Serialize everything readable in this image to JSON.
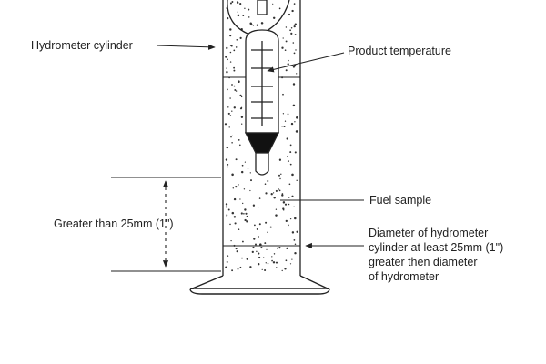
{
  "labels": {
    "hydrometer_cylinder": "Hydrometer cylinder",
    "product_temperature": "Product temperature",
    "fuel_sample": "Fuel sample",
    "greater_than": "Greater than 25mm (1\")",
    "diameter_line1": "Diameter of hydrometer",
    "diameter_line2": "cylinder at least 25mm (1\")",
    "diameter_line3": "greater then diameter",
    "diameter_line4": "of hydrometer"
  },
  "colors": {
    "ink": "#222222",
    "background": "#ffffff"
  }
}
